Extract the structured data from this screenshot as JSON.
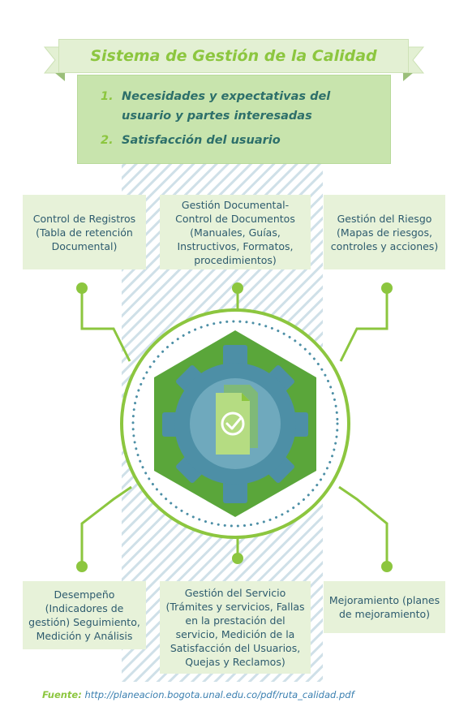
{
  "title": "Sistema de Gestión de la Calidad",
  "needs": [
    {
      "num": "1.",
      "text": "Necesidades y expectativas del usuario y partes interesadas"
    },
    {
      "num": "2.",
      "text": "Satisfacción del usuario"
    }
  ],
  "boxes": {
    "top_left": "Control de Registros (Tabla de retención Documental)",
    "top_center": "Gestión Documental-Control de Documentos (Manuales, Guías, Instructivos, Formatos, procedimientos)",
    "top_right": "Gestión del Riesgo (Mapas de riesgos, controles y acciones)",
    "bottom_left": "Desempeño (Indicadores de gestión) Seguimiento, Medición y Análisis",
    "bottom_center": "Gestión del Servicio (Trámites y servicios, Fallas en la prestación del servicio, Medición de la Satisfacción del Usuarios, Quejas y Reclamos)",
    "bottom_right": "Mejoramiento (planes de mejoramiento)"
  },
  "source": {
    "label": "Fuente:",
    "url": "http://planeacion.bogota.unal.edu.co/pdf/ruta_calidad.pdf"
  },
  "colors": {
    "green": "#8cc63f",
    "dark_green": "#5aa63a",
    "pale_green": "#e7f2d9",
    "teal": "#4d8fa6",
    "text": "#2d5b6e",
    "stripe": "#cfe0e8"
  },
  "icons": [
    "gear-icon",
    "document-check-icon"
  ]
}
